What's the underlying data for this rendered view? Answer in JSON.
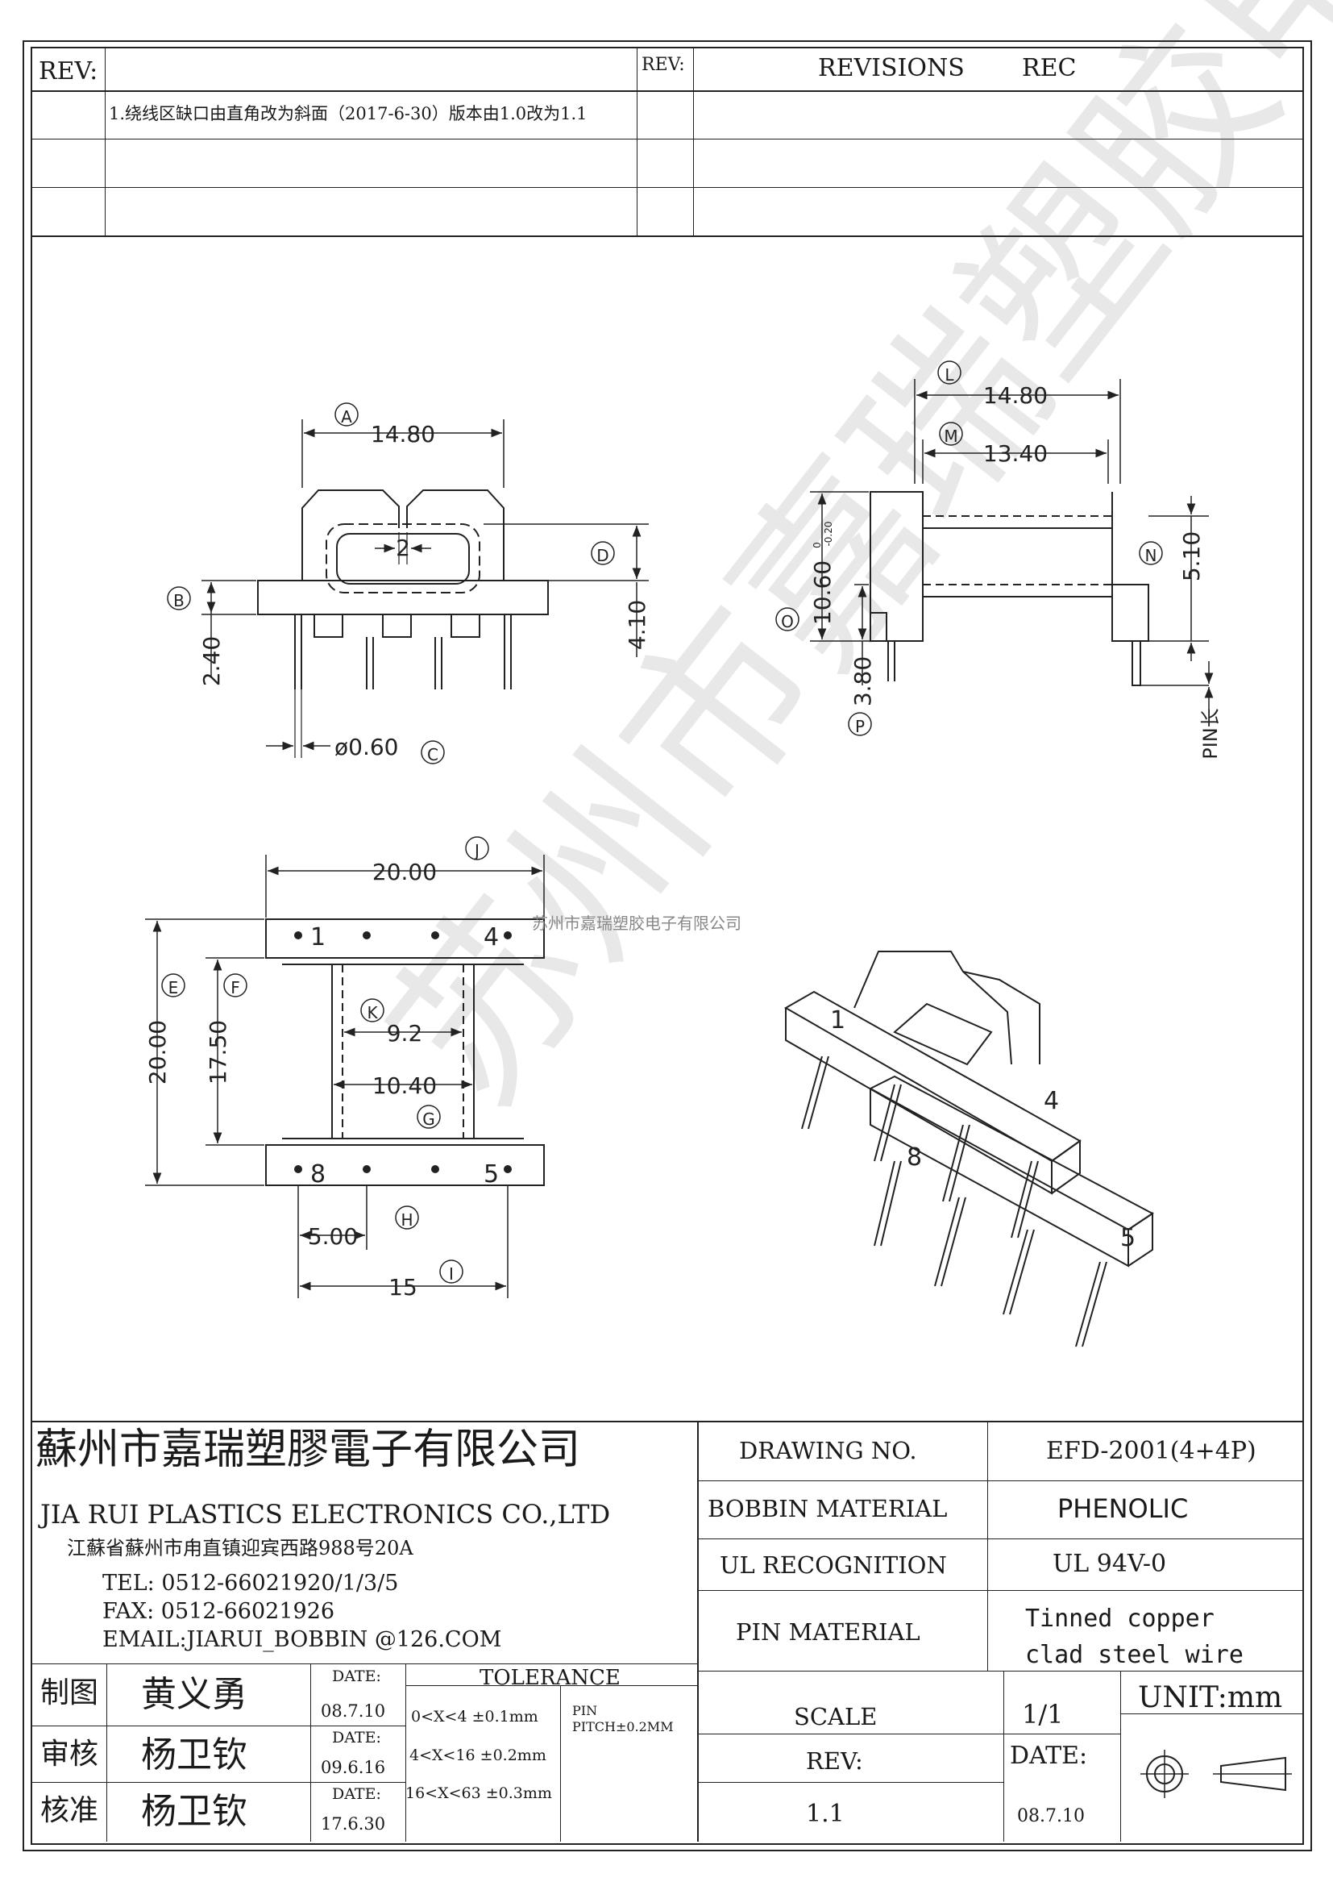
{
  "revision_block": {
    "rev_label": "REV:",
    "rev_label_2": "REV:",
    "revisions_header": "REVISIONS",
    "rec_header": "REC",
    "rows": [
      {
        "rev": "",
        "text": "1.绕线区缺口由直角改为斜面（2017-6-30）版本由1.0改为1.1",
        "rev2": "",
        "revisions": ""
      },
      {
        "rev": "",
        "text": "",
        "rev2": "",
        "revisions": ""
      },
      {
        "rev": "",
        "text": "",
        "rev2": "",
        "revisions": ""
      }
    ]
  },
  "drawing": {
    "front_view": {
      "dim_A": "14.80",
      "label_A": "A",
      "dim_slot": "2",
      "dim_D": "4.10",
      "label_D": "D",
      "dim_B": "2.40",
      "label_B": "B",
      "dim_C": "ø0.60",
      "label_C": "C"
    },
    "side_view": {
      "dim_L": "14.80",
      "label_L": "L",
      "dim_M": "13.40",
      "label_M": "M",
      "dim_O": "10.60",
      "dim_O_tol_top": "0",
      "dim_O_tol_bottom": "-0.20",
      "label_O": "O",
      "dim_P": "3.80",
      "label_P": "P",
      "dim_N": "5.10",
      "label_N": "N",
      "pin_length": "PIN长"
    },
    "top_view": {
      "dim_J": "20.00",
      "label_J": "J",
      "dim_E": "20.00",
      "label_E": "E",
      "dim_F": "17.50",
      "label_F": "F",
      "dim_K": "9.2",
      "label_K": "K",
      "dim_G": "10.40",
      "label_G": "G",
      "dim_H": "5.00",
      "label_H": "H",
      "dim_I": "15",
      "label_I": "I",
      "pin_1": "1",
      "pin_4": "4",
      "pin_8": "8",
      "pin_5": "5"
    },
    "iso_view": {
      "pin_1": "1",
      "pin_4": "4",
      "pin_8": "8",
      "pin_5": "5"
    },
    "watermark_text": "苏州市嘉瑞塑胶电子有限公司"
  },
  "title_block": {
    "company_cn": "蘇州市嘉瑞塑膠電子有限公司",
    "company_en": "JIA RUI PLASTICS ELECTRONICS CO.,LTD",
    "address": "江蘇省蘇州市甪直镇迎宾西路988号20A",
    "tel": "TEL: 0512-66021920/1/3/5",
    "fax": "FAX: 0512-66021926",
    "email": "EMAIL:JIARUI_BOBBIN @126.COM",
    "drawing_no_label": "DRAWING  NO.",
    "drawing_no": "EFD-2001(4+4P)",
    "bobbin_material_label": "BOBBIN  MATERIAL",
    "bobbin_material": "PHENOLIC",
    "ul_label": "UL RECOGNITION",
    "ul_value": "UL 94V-0",
    "pin_material_label": "PIN MATERIAL",
    "pin_material_1": "Tinned copper",
    "pin_material_2": "clad steel wire",
    "scale_label": "SCALE",
    "scale": "1/1",
    "unit": "UNIT:mm",
    "rev_label": "REV:",
    "rev_value": "1.1",
    "date_label": "DATE:",
    "date_value": "08.7.10",
    "tolerance_label": "TOLERANCE",
    "tolerances": [
      "0<X<4 ±0.1mm",
      "4<X<16 ±0.2mm",
      "16<X<63 ±0.3mm"
    ],
    "pin_tol_1": "PIN",
    "pin_tol_2": "PITCH±0.2MM",
    "signoffs": [
      {
        "role": "制图",
        "name": "黄义勇",
        "date_label": "DATE:",
        "date": "08.7.10"
      },
      {
        "role": "审核",
        "name": "杨卫钦",
        "date_label": "DATE:",
        "date": "09.6.16"
      },
      {
        "role": "核准",
        "name": "杨卫钦",
        "date_label": "DATE:",
        "date": "17.6.30"
      }
    ]
  }
}
